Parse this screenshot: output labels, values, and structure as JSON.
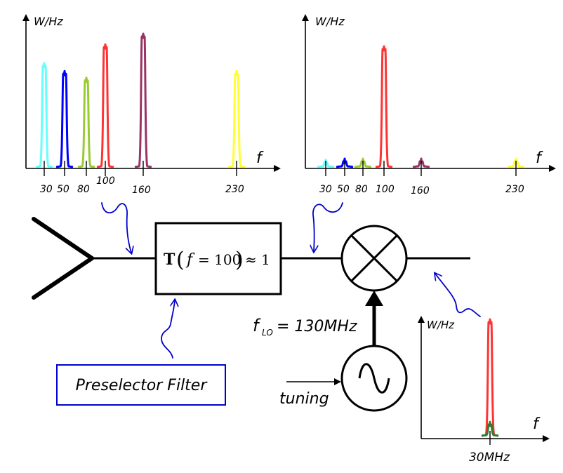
{
  "spectrum_in": {
    "y_label": "W/Hz",
    "x_label": "f",
    "ticks": [
      "30",
      "50",
      "80",
      "100",
      "160",
      "230"
    ],
    "peaks": [
      {
        "freq": 30,
        "color": "#66ffff",
        "level": 0.78
      },
      {
        "freq": 50,
        "color": "#0000ff",
        "level": 0.72
      },
      {
        "freq": 80,
        "color": "#99cc33",
        "level": 0.67
      },
      {
        "freq": 100,
        "color": "#ff3333",
        "level": 0.92
      },
      {
        "freq": 160,
        "color": "#993366",
        "level": 1.0
      },
      {
        "freq": 230,
        "color": "#ffff33",
        "level": 0.72
      }
    ]
  },
  "spectrum_filtered": {
    "y_label": "W/Hz",
    "x_label": "f",
    "ticks": [
      "30",
      "50",
      "80",
      "100",
      "160",
      "230"
    ],
    "peaks": [
      {
        "freq": 30,
        "color": "#66ffff",
        "level": 0.06
      },
      {
        "freq": 50,
        "color": "#0000ff",
        "level": 0.07
      },
      {
        "freq": 80,
        "color": "#99cc33",
        "level": 0.07
      },
      {
        "freq": 100,
        "color": "#ff3333",
        "level": 1.0
      },
      {
        "freq": 160,
        "color": "#993366",
        "level": 0.07
      },
      {
        "freq": 230,
        "color": "#ffff33",
        "level": 0.07
      }
    ]
  },
  "spectrum_out": {
    "y_label": "W/Hz",
    "x_label": "f",
    "tick": "30MHz",
    "peaks": [
      {
        "color": "#ff3333",
        "level": 1.0
      },
      {
        "color": "#2e7d32",
        "level": 0.12
      }
    ]
  },
  "filter_block": {
    "T": "T",
    "f": "f",
    "eq": "= 100",
    "approx": "≈ 1"
  },
  "lo": {
    "f": "f",
    "sub": "LO",
    "value": "= 130MHz"
  },
  "labels": {
    "preselector": "Preselector Filter",
    "tuning": "tuning"
  },
  "colors": {
    "annotation_arrow": "#0000cc",
    "wire": "#000000"
  }
}
